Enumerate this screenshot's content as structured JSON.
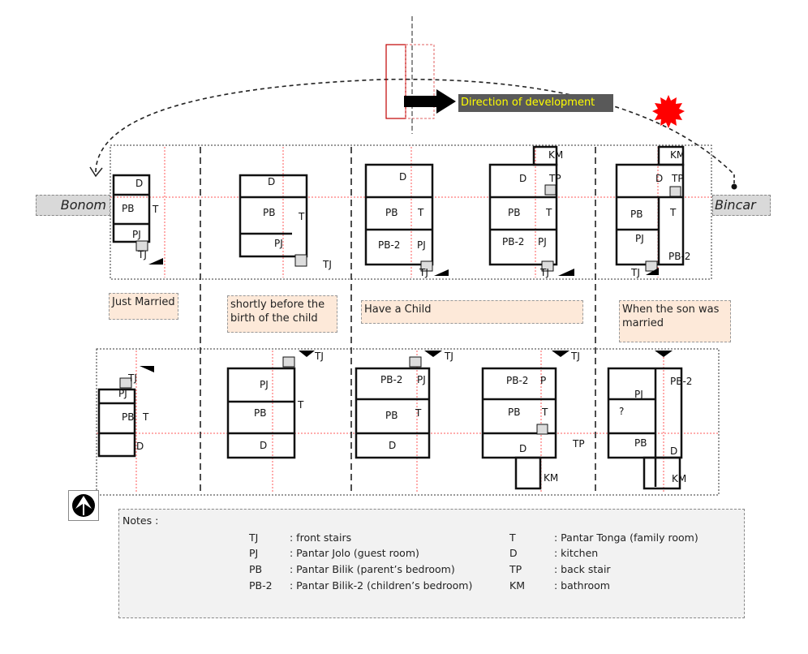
{
  "direction_label": "Direction of development",
  "sides": {
    "left": "Bonom",
    "right": "Bincar"
  },
  "stages": [
    {
      "text": "Just Married"
    },
    {
      "text": "shortly before the birth of the child"
    },
    {
      "text": "Have a Child"
    },
    {
      "text": "When the son was married"
    }
  ],
  "notes": {
    "title": "Notes :",
    "items": [
      {
        "code": "TJ",
        "desc": ": front stairs"
      },
      {
        "code": "PJ",
        "desc": ": Pantar Jolo (guest room)"
      },
      {
        "code": "PB",
        "desc": ": Pantar Bilik (parent’s bedroom)"
      },
      {
        "code": "PB-2",
        "desc": ": Pantar Bilik-2 (children’s bedroom)"
      },
      {
        "code": "T",
        "desc": ": Pantar Tonga (family room)"
      },
      {
        "code": "D",
        "desc": ": kitchen"
      },
      {
        "code": "TP",
        "desc": ": back stair"
      },
      {
        "code": "KM",
        "desc": ": bathroom"
      }
    ]
  },
  "top_plans": [
    {
      "room_labels": [
        "D",
        "PB",
        "T",
        "PJ",
        "TJ"
      ]
    },
    {
      "room_labels": [
        "D",
        "PB",
        "T",
        "PJ",
        "TJ"
      ]
    },
    {
      "room_labels": [
        "D",
        "PB",
        "T",
        "PB-2",
        "PJ",
        "TJ"
      ]
    },
    {
      "room_labels": [
        "KM",
        "D",
        "TP",
        "PB",
        "T",
        "PB-2",
        "PJ",
        "TJ"
      ]
    },
    {
      "room_labels": [
        "KM",
        "D",
        "TP",
        "PB",
        "T",
        "PJ",
        "PB-2",
        "TJ"
      ]
    }
  ],
  "bottom_plans": [
    {
      "room_labels": [
        "TJ",
        "PJ",
        "PB",
        "T",
        "D"
      ]
    },
    {
      "room_labels": [
        "TJ",
        "PJ",
        "PB",
        "T",
        "D"
      ]
    },
    {
      "room_labels": [
        "TJ",
        "PB-2",
        "PJ",
        "PB",
        "T",
        "D"
      ]
    },
    {
      "room_labels": [
        "TJ",
        "PB-2",
        "P",
        "PB",
        "T",
        "D",
        "TP",
        "KM"
      ]
    },
    {
      "room_labels": [
        "PB-2",
        "PJ",
        "?",
        "PB",
        "D",
        "KM"
      ]
    }
  ]
}
